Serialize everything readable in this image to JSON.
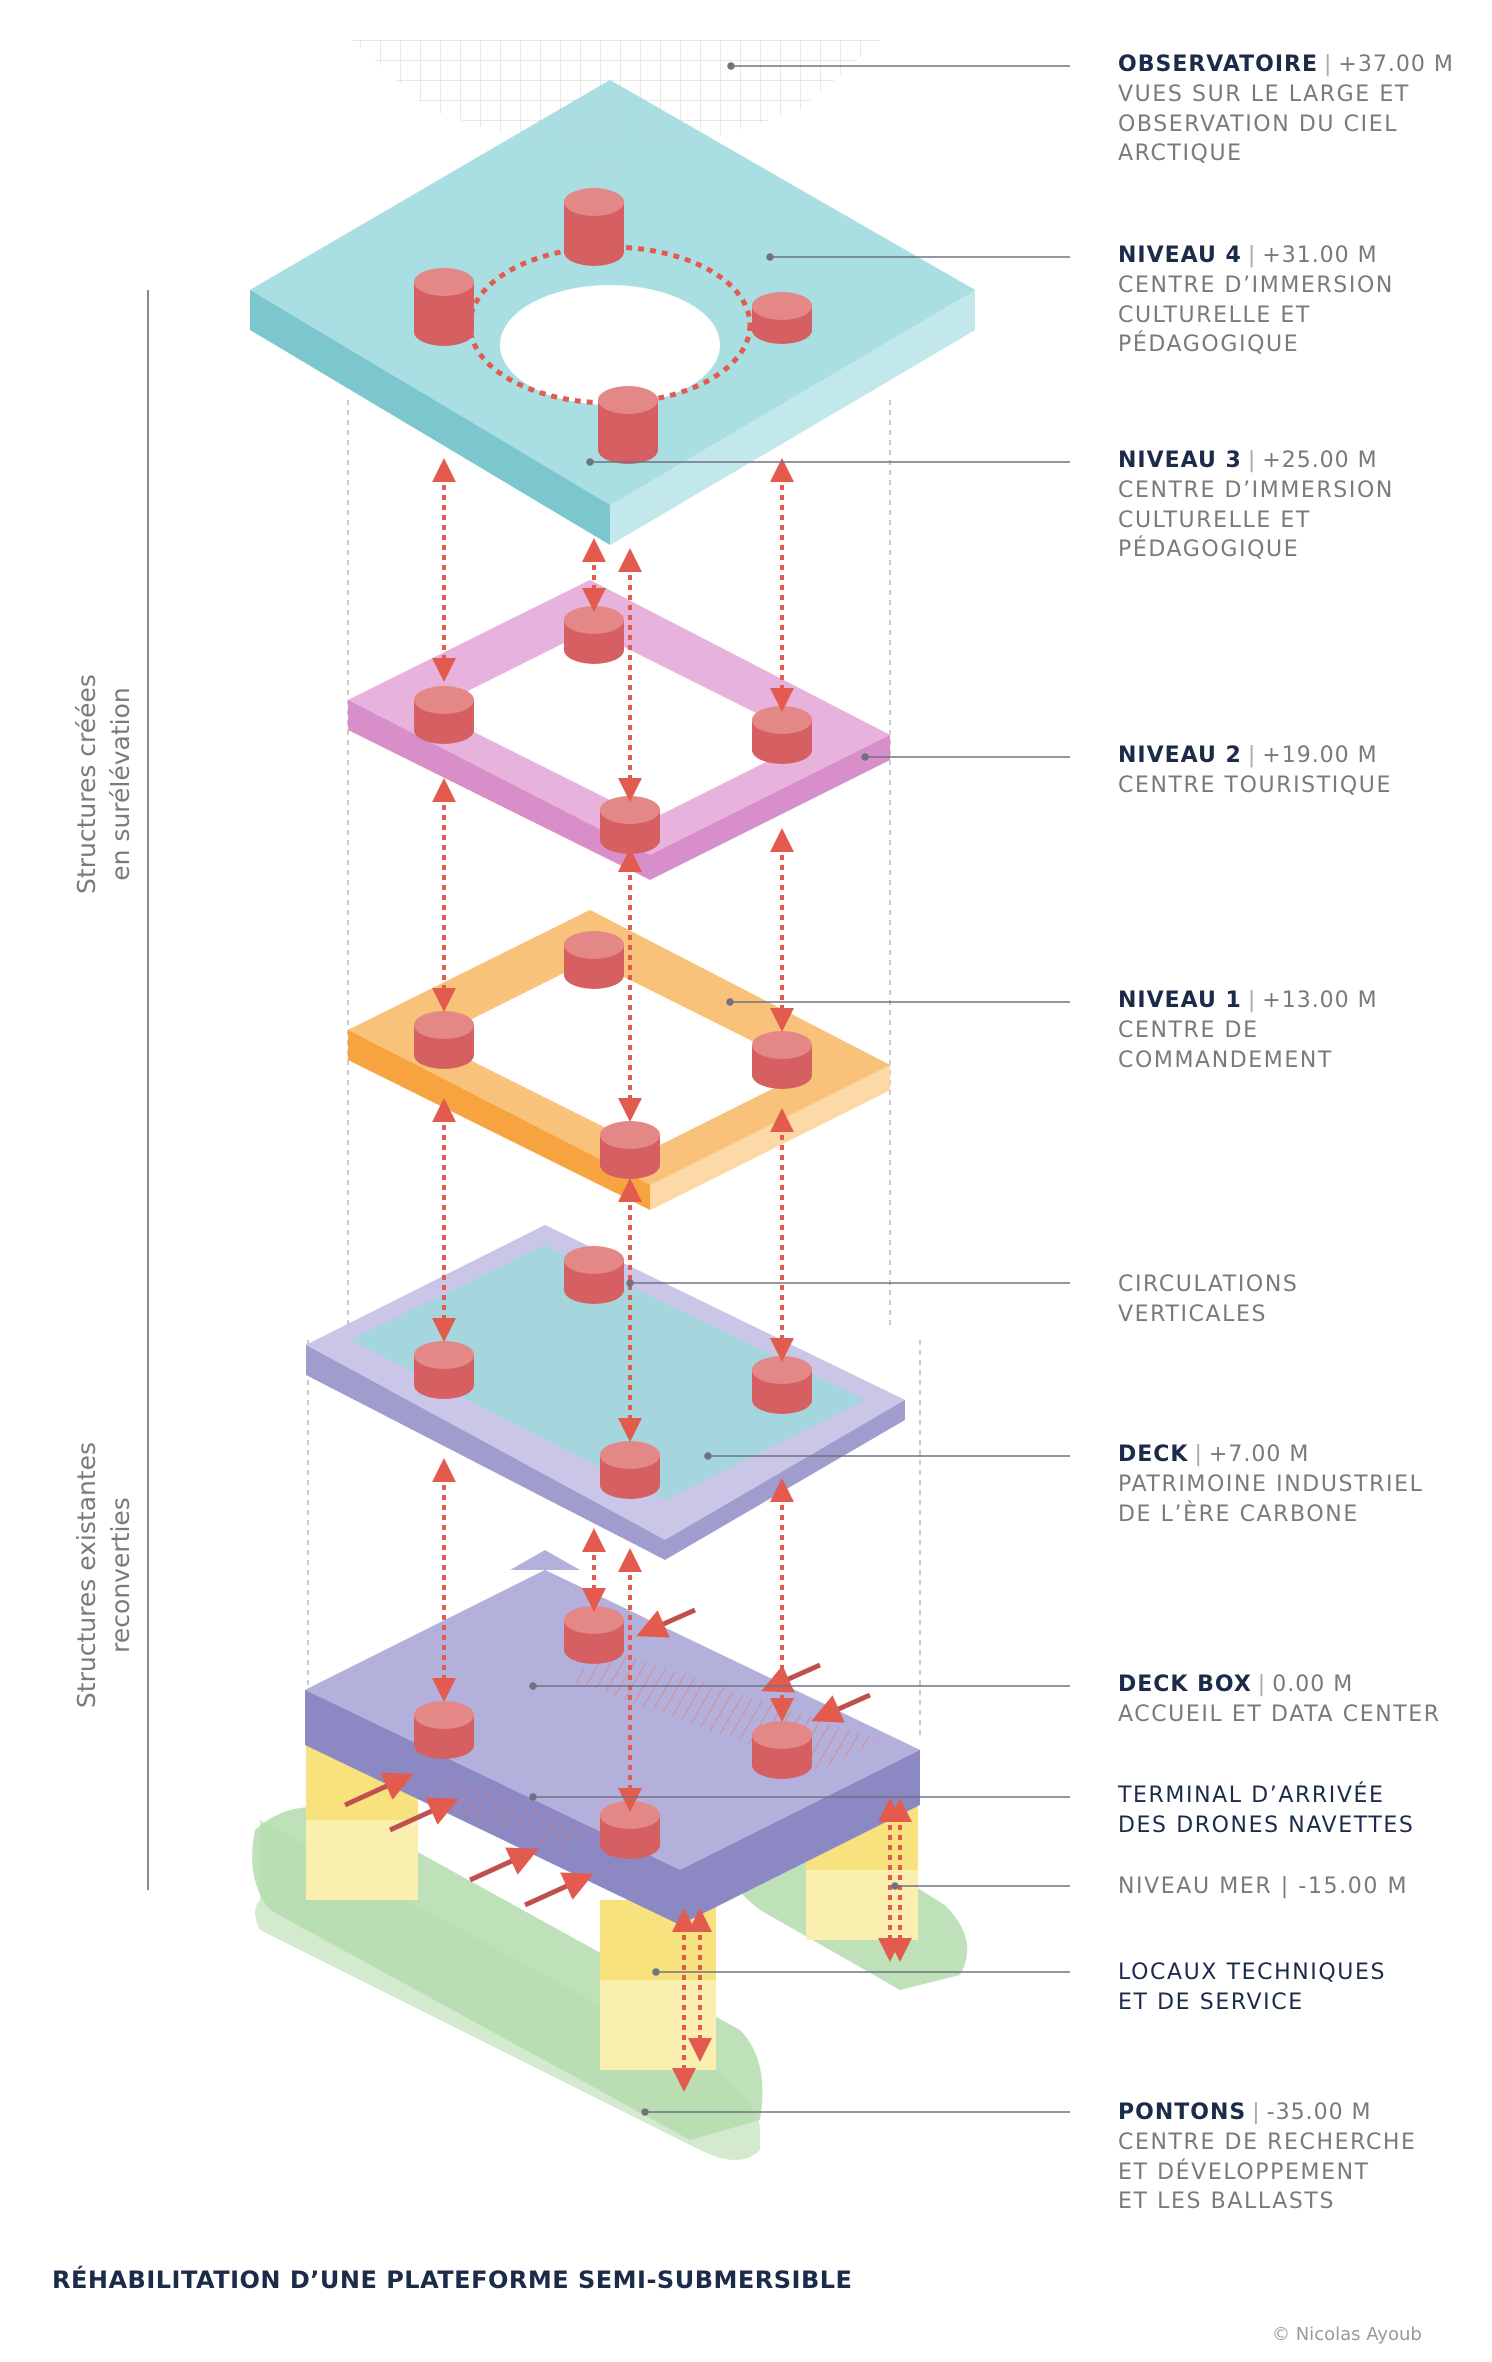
{
  "labels": [
    {
      "id": "observatoire",
      "name": "OBSERVATOIRE",
      "elevation": "+37.00 M",
      "desc": [
        "VUES SUR LE LARGE ET",
        "OBSERVATION DU CIEL",
        "ARCTIQUE"
      ]
    },
    {
      "id": "niveau4",
      "name": "NIVEAU 4",
      "elevation": "+31.00 M",
      "desc": [
        "CENTRE D’IMMERSION",
        "CULTURELLE ET",
        "PÉDAGOGIQUE"
      ]
    },
    {
      "id": "niveau3",
      "name": "NIVEAU 3",
      "elevation": "+25.00 M",
      "desc": [
        "CENTRE D’IMMERSION",
        "CULTURELLE ET",
        "PÉDAGOGIQUE"
      ]
    },
    {
      "id": "niveau2",
      "name": "NIVEAU 2",
      "elevation": "+19.00 M",
      "desc": [
        "CENTRE TOURISTIQUE"
      ]
    },
    {
      "id": "niveau1",
      "name": "NIVEAU 1",
      "elevation": "+13.00 M",
      "desc": [
        "CENTRE DE",
        "COMMANDEMENT"
      ]
    },
    {
      "id": "circulations",
      "desc": [
        "CIRCULATIONS",
        "VERTICALES"
      ]
    },
    {
      "id": "deck",
      "name": "DECK",
      "elevation": "+7.00 M",
      "desc": [
        "PATRIMOINE INDUSTRIEL",
        "DE L’ÈRE CARBONE"
      ]
    },
    {
      "id": "deckbox",
      "name": "DECK BOX",
      "elevation": "0.00 M",
      "desc": [
        "ACCUEIL ET DATA CENTER"
      ]
    },
    {
      "id": "terminal",
      "desc": [
        "TERMINAL D’ARRIVÉE",
        "DES DRONES NAVETTES"
      ],
      "dark": true
    },
    {
      "id": "niveaumer",
      "desc": [
        "NIVEAU MER | -15.00 M"
      ]
    },
    {
      "id": "locaux",
      "desc": [
        "LOCAUX TECHNIQUES",
        "ET DE SERVICE"
      ],
      "dark": true
    },
    {
      "id": "pontons",
      "name": "PONTONS",
      "elevation": "-35.00 M",
      "desc": [
        "CENTRE DE RECHERCHE",
        "ET DÉVELOPPEMENT",
        "ET LES BALLASTS"
      ]
    }
  ],
  "side": {
    "top": [
      "Structures créées",
      "en surélévation"
    ],
    "bottom": [
      "Structures existantes",
      "reconverties"
    ]
  },
  "caption": "RÉHABILITATION D’UNE PLATEFORME SEMI-SUBMERSIBLE",
  "credit": "© Nicolas Ayoub",
  "colors": {
    "niveau34": "#8fd3d8",
    "niveau2": "#e2a3d6",
    "niveau1": "#f6b25a",
    "deck": "#b7b4de",
    "deckbox": "#a3a0cf",
    "pontons": "#b4dcae",
    "legs": "#f8e27e",
    "cylinders": "#d65f62",
    "arrows": "#e25b4e",
    "leader": "#6f7380"
  }
}
